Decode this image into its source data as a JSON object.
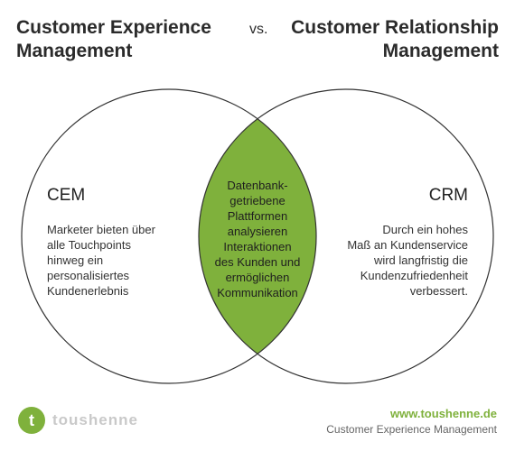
{
  "header": {
    "left_title": [
      "Customer Experience",
      "Management"
    ],
    "vs": "vs.",
    "right_title": [
      "Customer Relationship",
      "Management"
    ]
  },
  "left": {
    "heading": "CEM",
    "text": [
      "Marketer bieten über",
      "alle Touchpoints",
      "hinweg ein",
      "personalisiertes",
      "Kundenerlebnis"
    ]
  },
  "right": {
    "heading": "CRM",
    "text": [
      "Durch ein hohes",
      "Maß an Kundenservice",
      "wird langfristig die",
      "Kundenzufriedenheit",
      "verbessert."
    ]
  },
  "overlap": {
    "text": [
      "Datenbank-",
      "getriebene",
      "Plattformen",
      "analysieren",
      "Interaktionen",
      "des Kunden und",
      "ermöglichen",
      "Kommunikation"
    ]
  },
  "footer": {
    "logo_letter": "t",
    "logo_word": "toushenne",
    "url": "www.toushenne.de",
    "subtitle": "Customer Experience Management"
  },
  "colors": {
    "accent": "#7fb13c",
    "outline": "#333333"
  }
}
